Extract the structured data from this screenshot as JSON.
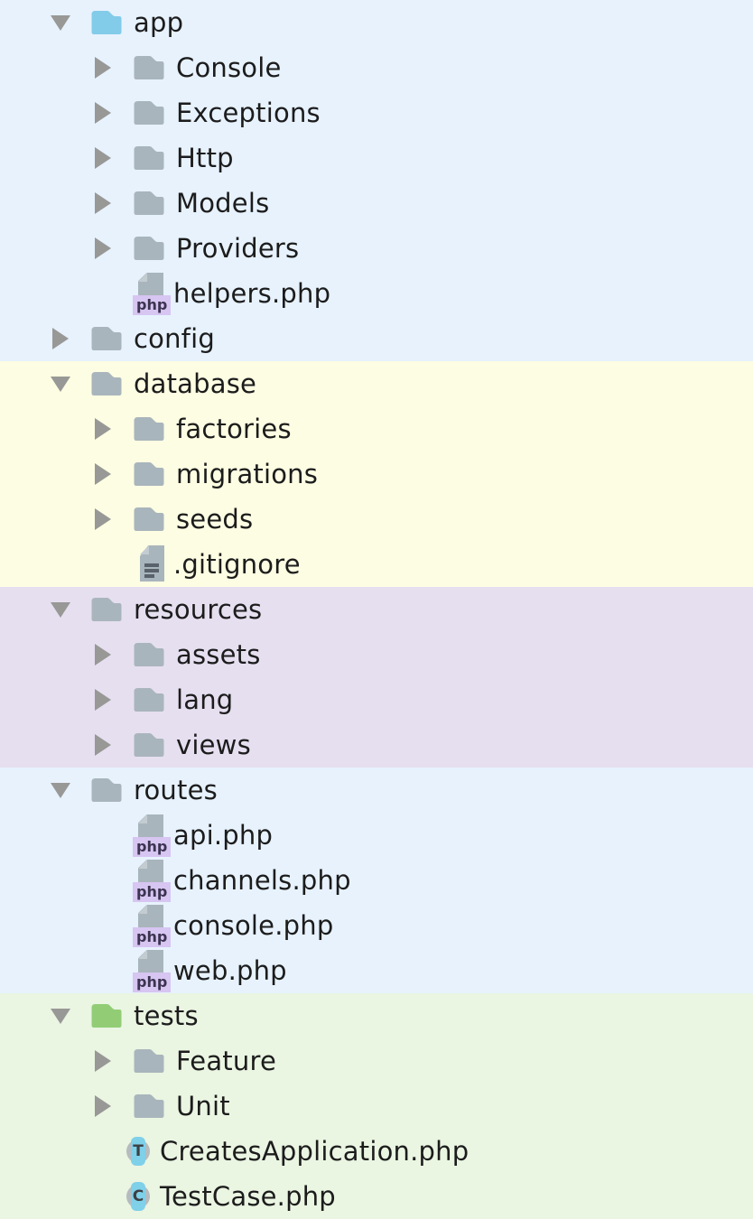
{
  "app_context": "project-file-tree",
  "colors": {
    "section_blue": "#e7f2fd",
    "section_yellow": "#fdfde3",
    "section_purple": "#e6dff0",
    "section_green": "#eaf5e2",
    "folder_gray": "#a9b5bc",
    "folder_cyan": "#82cbe9",
    "folder_green": "#92cd76",
    "disclosure_gray": "#989896",
    "text": "#1c1c1c",
    "php_badge_bg": "#d7c5f2",
    "php_badge_text": "#3b3450",
    "doc_gray": "#a9b5bc",
    "doc_fold": "#c3ccd1",
    "doc_line": "#59626a",
    "class_circle": "#b6bbbe",
    "class_pill": "#7fd0e9",
    "class_letter": "#3c4043"
  },
  "tree": {
    "sections": [
      {
        "name": "app-config",
        "bg": "#e7f2fd",
        "rows": [
          {
            "label": "app",
            "kind": "folder",
            "level": 0,
            "state": "expanded",
            "icon": "folder-cyan"
          },
          {
            "label": "Console",
            "kind": "folder",
            "level": 1,
            "state": "collapsed",
            "icon": "folder-gray"
          },
          {
            "label": "Exceptions",
            "kind": "folder",
            "level": 1,
            "state": "collapsed",
            "icon": "folder-gray"
          },
          {
            "label": "Http",
            "kind": "folder",
            "level": 1,
            "state": "collapsed",
            "icon": "folder-gray"
          },
          {
            "label": "Models",
            "kind": "folder",
            "level": 1,
            "state": "collapsed",
            "icon": "folder-gray"
          },
          {
            "label": "Providers",
            "kind": "folder",
            "level": 1,
            "state": "collapsed",
            "icon": "folder-gray"
          },
          {
            "label": "helpers.php",
            "kind": "file",
            "level": 1,
            "icon": "php-file",
            "badge": "php"
          },
          {
            "label": "config",
            "kind": "folder",
            "level": 0,
            "state": "collapsed",
            "icon": "folder-gray"
          }
        ]
      },
      {
        "name": "database",
        "bg": "#fdfde3",
        "rows": [
          {
            "label": "database",
            "kind": "folder",
            "level": 0,
            "state": "expanded",
            "icon": "folder-gray"
          },
          {
            "label": "factories",
            "kind": "folder",
            "level": 1,
            "state": "collapsed",
            "icon": "folder-gray"
          },
          {
            "label": "migrations",
            "kind": "folder",
            "level": 1,
            "state": "collapsed",
            "icon": "folder-gray"
          },
          {
            "label": "seeds",
            "kind": "folder",
            "level": 1,
            "state": "collapsed",
            "icon": "folder-gray"
          },
          {
            "label": ".gitignore",
            "kind": "file",
            "level": 1,
            "icon": "text-file"
          }
        ]
      },
      {
        "name": "resources",
        "bg": "#e6dff0",
        "rows": [
          {
            "label": "resources",
            "kind": "folder",
            "level": 0,
            "state": "expanded",
            "icon": "folder-gray"
          },
          {
            "label": "assets",
            "kind": "folder",
            "level": 1,
            "state": "collapsed",
            "icon": "folder-gray"
          },
          {
            "label": "lang",
            "kind": "folder",
            "level": 1,
            "state": "collapsed",
            "icon": "folder-gray"
          },
          {
            "label": "views",
            "kind": "folder",
            "level": 1,
            "state": "collapsed",
            "icon": "folder-gray"
          }
        ]
      },
      {
        "name": "routes",
        "bg": "#e7f2fd",
        "rows": [
          {
            "label": "routes",
            "kind": "folder",
            "level": 0,
            "state": "expanded",
            "icon": "folder-gray"
          },
          {
            "label": "api.php",
            "kind": "file",
            "level": 1,
            "icon": "php-file",
            "badge": "php"
          },
          {
            "label": "channels.php",
            "kind": "file",
            "level": 1,
            "icon": "php-file",
            "badge": "php"
          },
          {
            "label": "console.php",
            "kind": "file",
            "level": 1,
            "icon": "php-file",
            "badge": "php"
          },
          {
            "label": "web.php",
            "kind": "file",
            "level": 1,
            "icon": "php-file",
            "badge": "php"
          }
        ]
      },
      {
        "name": "tests",
        "bg": "#eaf5e2",
        "rows": [
          {
            "label": "tests",
            "kind": "folder",
            "level": 0,
            "state": "expanded",
            "icon": "folder-green"
          },
          {
            "label": "Feature",
            "kind": "folder",
            "level": 1,
            "state": "collapsed",
            "icon": "folder-gray"
          },
          {
            "label": "Unit",
            "kind": "folder",
            "level": 1,
            "state": "collapsed",
            "icon": "folder-gray"
          },
          {
            "label": "CreatesApplication.php",
            "kind": "file",
            "level": 1,
            "icon": "trait-badge",
            "letter": "T"
          },
          {
            "label": "TestCase.php",
            "kind": "file",
            "level": 1,
            "icon": "class-badge",
            "letter": "C"
          }
        ]
      }
    ]
  }
}
